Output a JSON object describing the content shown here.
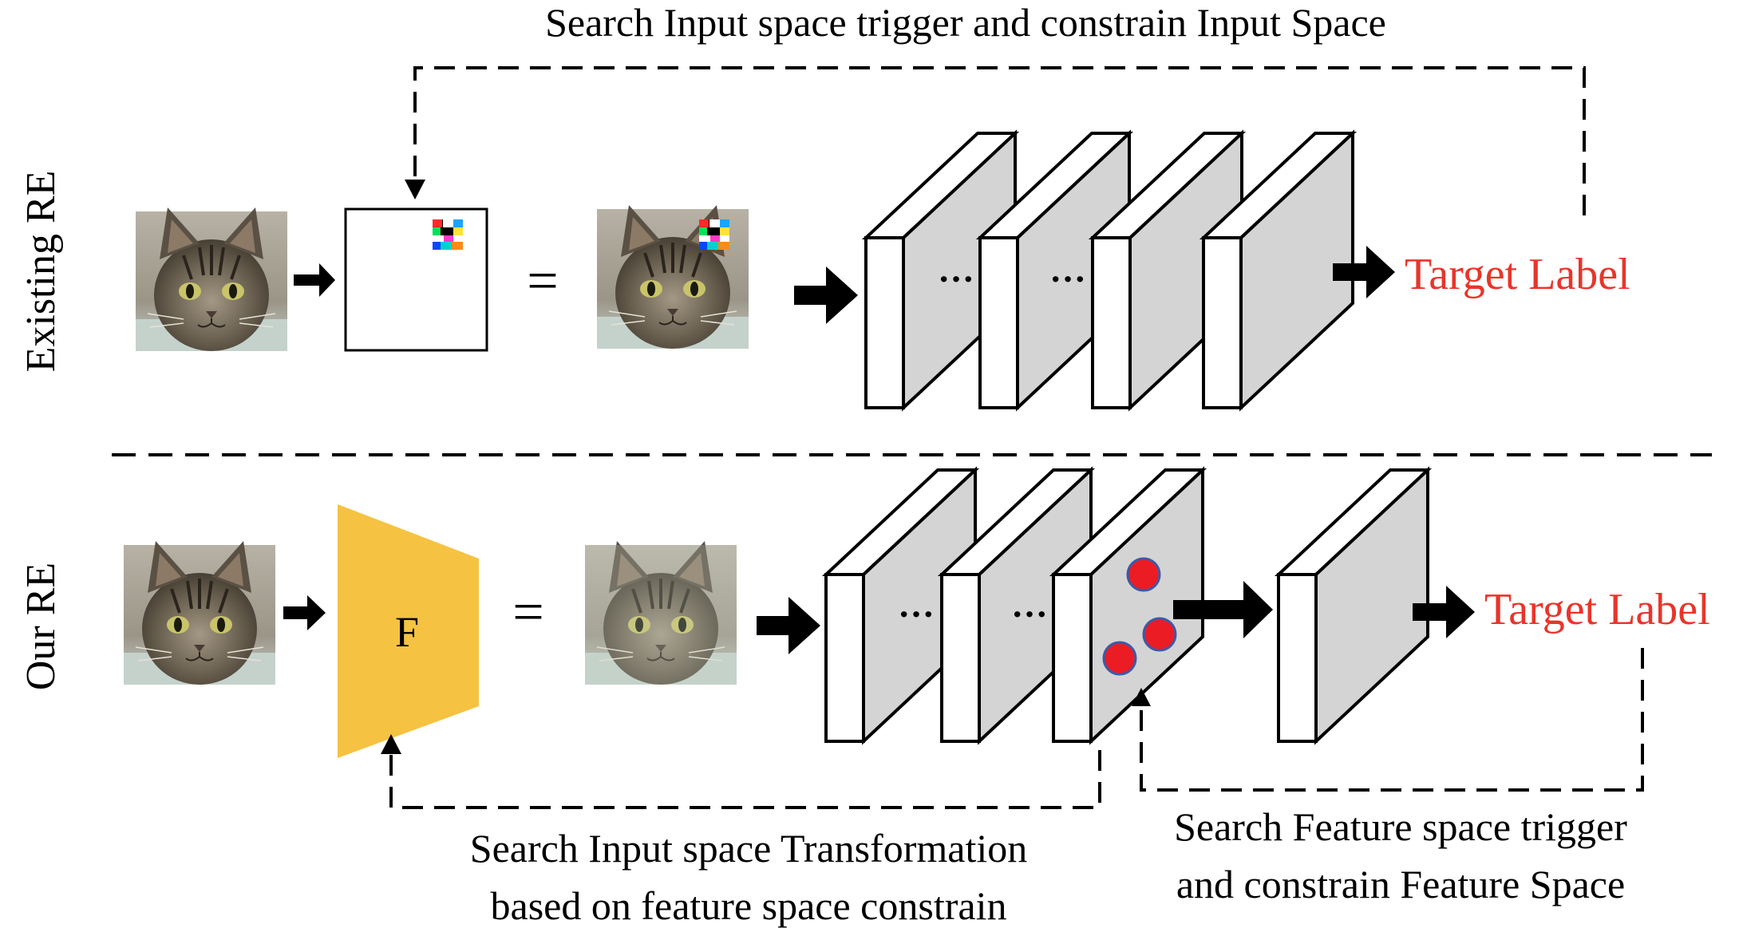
{
  "captions": {
    "top": "Search Input space trigger and constrain Input Space",
    "bottom_left_line1": "Search Input space Transformation",
    "bottom_left_line2": "based on feature space constrain",
    "bottom_right_line1": "Search Feature space trigger",
    "bottom_right_line2": "and constrain Feature Space"
  },
  "rows": {
    "existing": {
      "label": "Existing RE",
      "output": "Target Label"
    },
    "ours": {
      "label": "Our RE",
      "output": "Target Label",
      "transform": "F"
    }
  },
  "symbols": {
    "equals": "=",
    "ellipsis": "···"
  },
  "colors": {
    "accent_red": "#e8352a",
    "transform_yellow": "#f5c242",
    "layer_gray": "#d4d4d4",
    "dot_red": "#ec1c24",
    "dot_border": "#3b5aa8"
  }
}
